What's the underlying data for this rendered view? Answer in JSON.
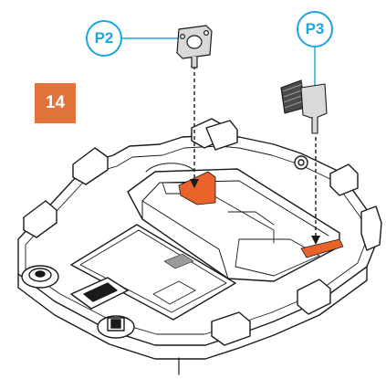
{
  "step": {
    "number": "14",
    "badge_color": "#e0733a"
  },
  "callouts": [
    {
      "id": "P2",
      "label": "P2",
      "color": "#1aa6e0"
    },
    {
      "id": "P3",
      "label": "P3",
      "color": "#1aa6e0"
    }
  ],
  "icons": [
    "thermal-pad-p2",
    "spring-contact-p3",
    "insertion-arrow",
    "case-frame"
  ],
  "colors": {
    "highlight": "#e8622a",
    "outline": "#1a1a1a",
    "shade": "#d9d9d9"
  }
}
